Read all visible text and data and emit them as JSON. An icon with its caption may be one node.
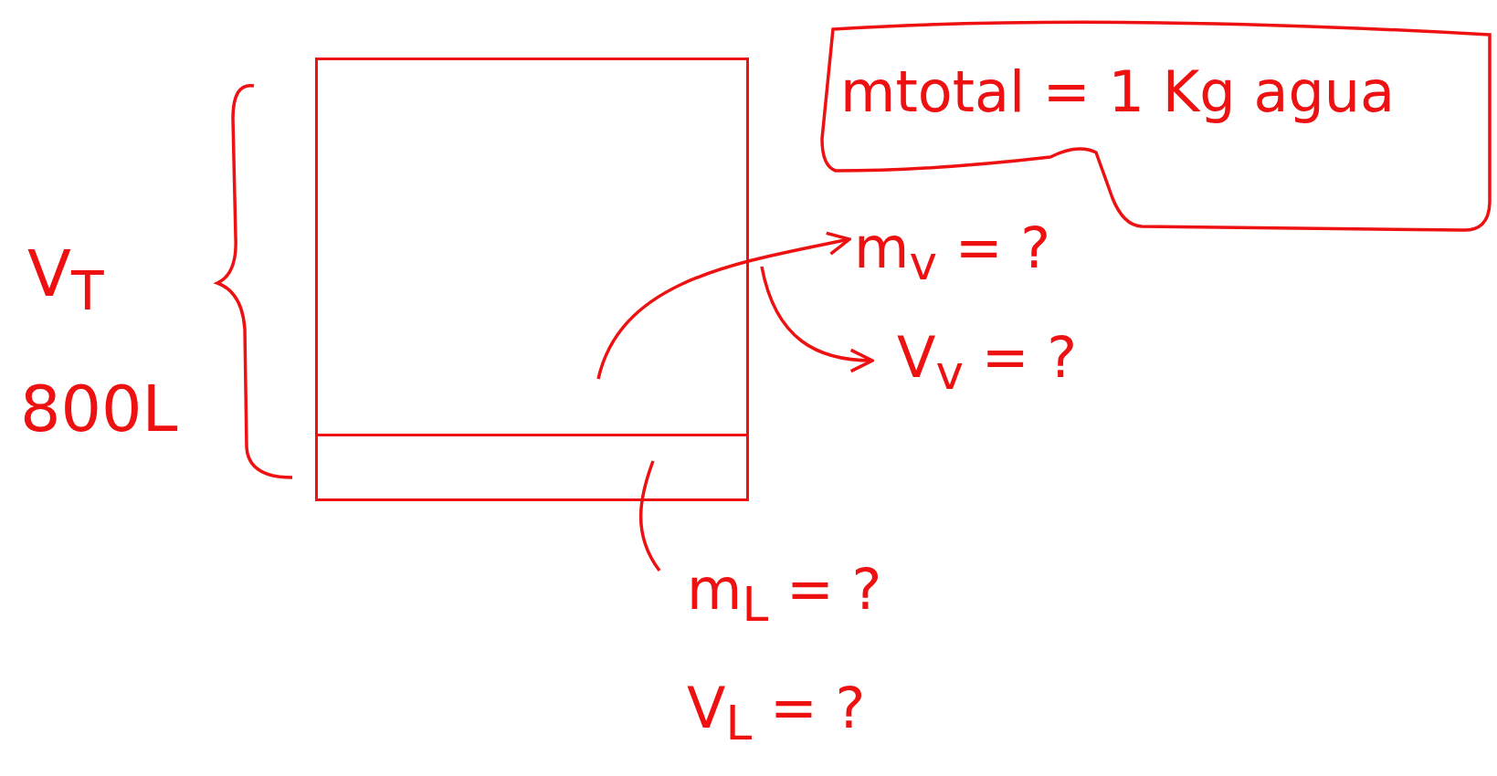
{
  "diagram": {
    "nodes": [
      {
        "text": [
          "mtotal = 1 Kg agua"
        ]
      },
      {
        "text": [],
        "shape": "box"
      },
      {
        "text": [],
        "shape": "box"
      },
      {
        "text": [
          "m$_{v}$ = ?"
        ]
      },
      {
        "text": [
          "V$_{v}$ = ?"
        ]
      },
      {
        "text": [
          "m$_{L}$ = ?",
          "V$_{L}$ = ?"
        ]
      }
    ],
    "edges": [
      {
        "from": 1,
        "to": 3,
        "arrow": "to"
      },
      {
        "from": 1,
        "to": 4,
        "arrow": "to"
      },
      {
        "from": 5,
        "to": 2,
        "arrow": "none"
      }
    ],
    "labels": [
      "V$_{T}$",
      "800L"
    ]
  }
}
